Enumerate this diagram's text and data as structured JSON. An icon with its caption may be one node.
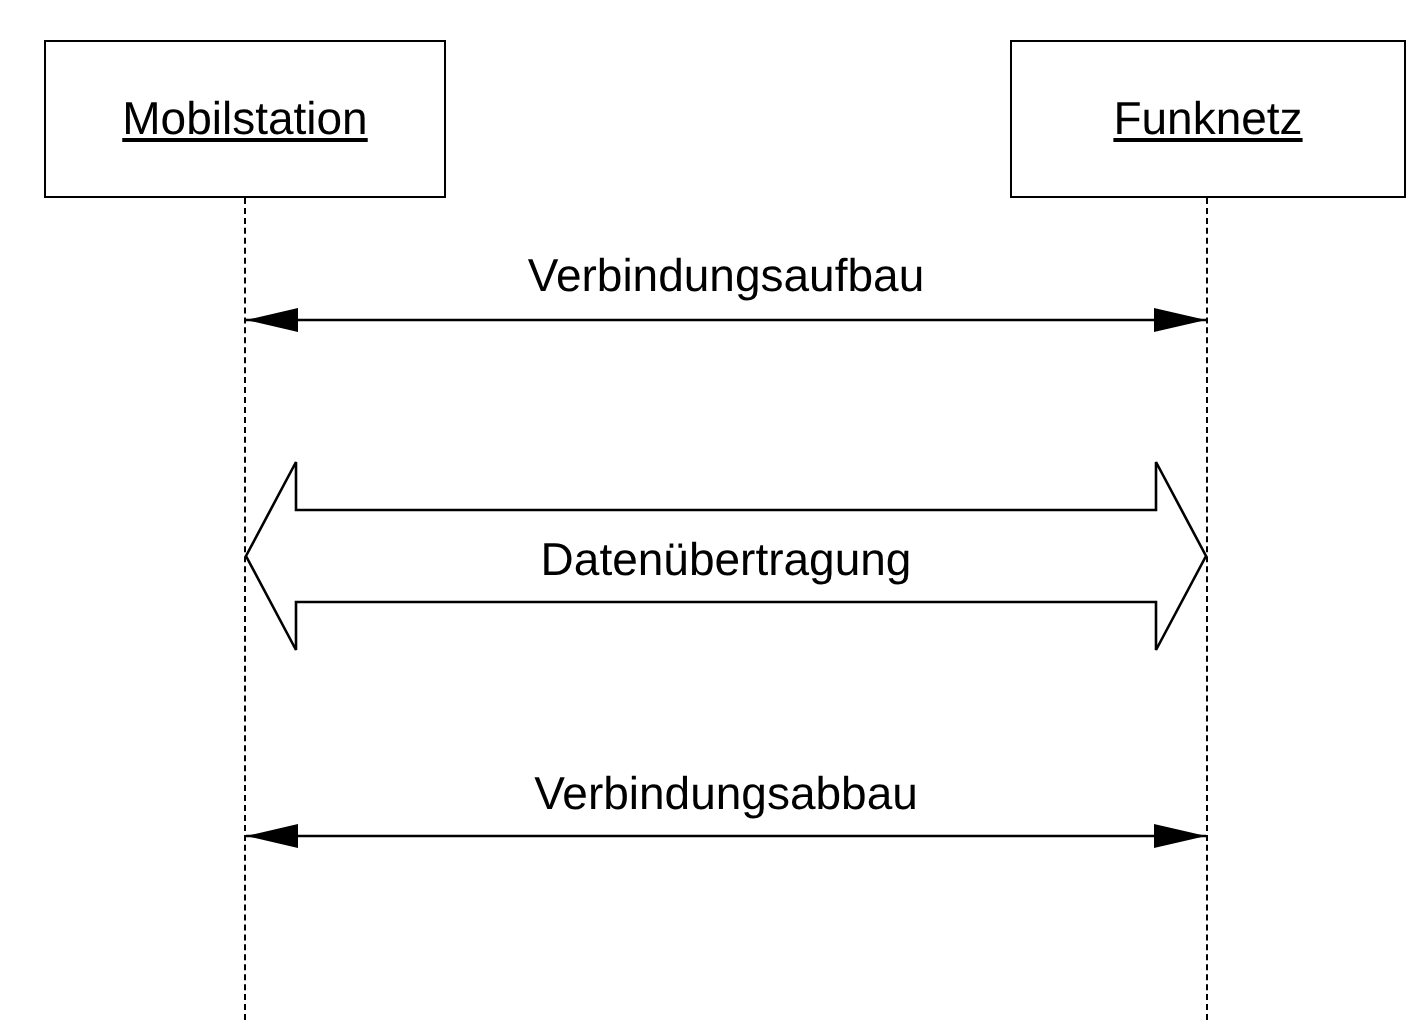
{
  "diagram": {
    "nodes": [
      {
        "text": [
          "Mobilstation"
        ]
      },
      {
        "text": [
          "Funknetz"
        ]
      },
      {
        "text": [],
        "shape": "line"
      },
      {
        "text": [],
        "shape": "line"
      }
    ],
    "edges": [
      {
        "from": 2,
        "to": 3,
        "arrow": "both",
        "label": "Verbindungsaufbau"
      },
      {
        "from": 2,
        "to": 3,
        "arrow": "both",
        "label": "Datenübertragung",
        "style": "thick"
      },
      {
        "from": 2,
        "to": 3,
        "arrow": "both",
        "label": "Verbindungsabbau"
      }
    ]
  }
}
